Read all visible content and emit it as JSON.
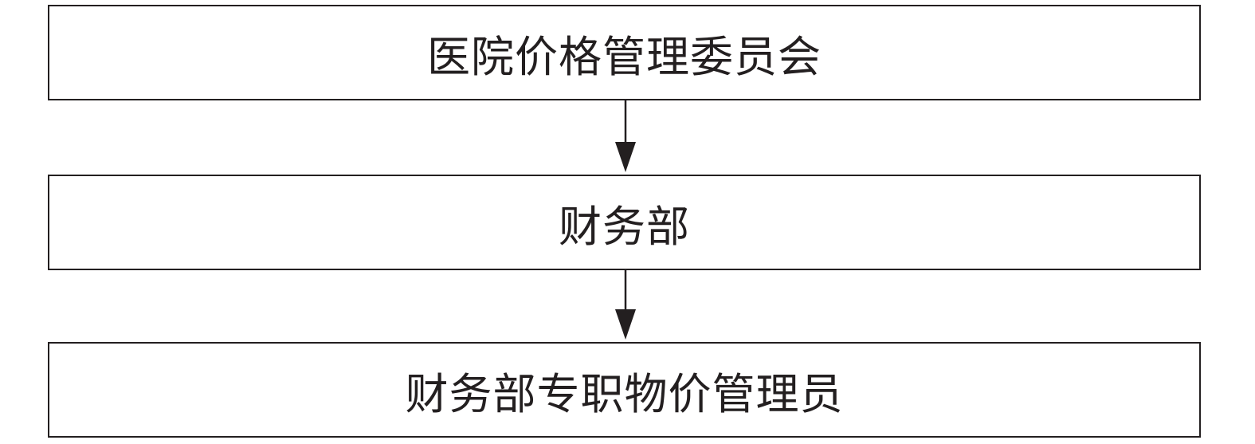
{
  "diagram": {
    "nodes": [
      {
        "id": "n1",
        "label": "医院价格管理委员会"
      },
      {
        "id": "n2",
        "label": "财务部"
      },
      {
        "id": "n3",
        "label": "财务部专职物价管理员"
      }
    ],
    "edges": [
      {
        "from": "n1",
        "to": "n2"
      },
      {
        "from": "n2",
        "to": "n3"
      }
    ],
    "colors": {
      "stroke": "#231f20",
      "text": "#231f20",
      "background": "#ffffff"
    }
  }
}
